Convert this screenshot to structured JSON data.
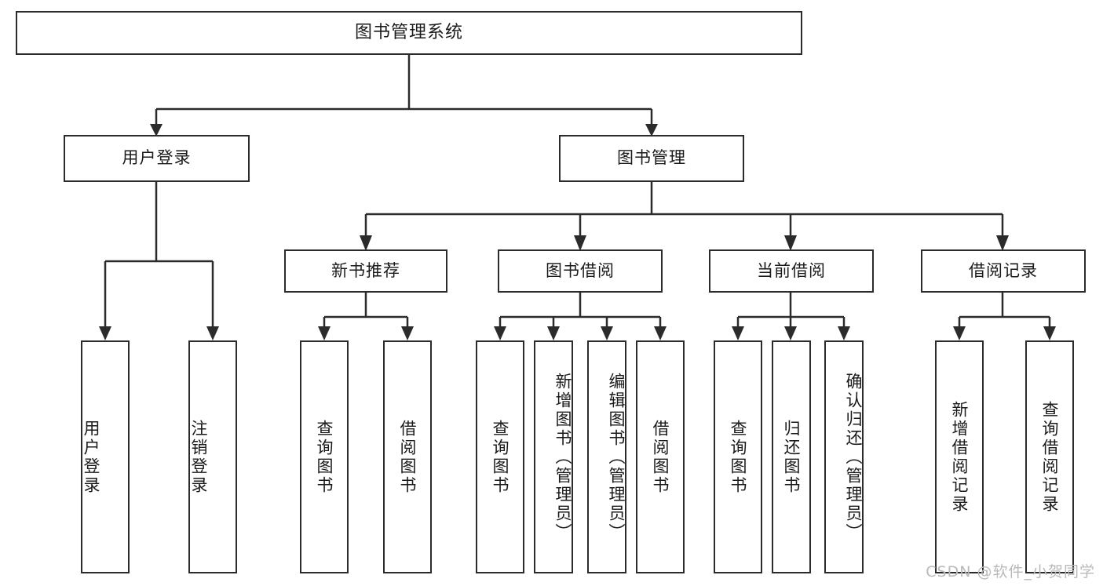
{
  "diagram": {
    "type": "tree",
    "title": "图书管理系统",
    "root": {
      "label": "图书管理系统"
    },
    "level2": [
      {
        "label": "用户登录"
      },
      {
        "label": "图书管理"
      }
    ],
    "level3": [
      {
        "label": "新书推荐"
      },
      {
        "label": "图书借阅"
      },
      {
        "label": "当前借阅"
      },
      {
        "label": "借阅记录"
      }
    ],
    "leaves": [
      {
        "label": "用户登录",
        "parent": "用户登录"
      },
      {
        "label": "注销登录",
        "parent": "用户登录"
      },
      {
        "label": "查询图书",
        "parent": "新书推荐"
      },
      {
        "label": "借阅图书",
        "parent": "新书推荐"
      },
      {
        "label": "查询图书",
        "parent": "图书借阅"
      },
      {
        "label": "新增图书（管理员）",
        "parent": "图书借阅"
      },
      {
        "label": "编辑图书（管理员）",
        "parent": "图书借阅"
      },
      {
        "label": "借阅图书",
        "parent": "图书借阅"
      },
      {
        "label": "查询图书",
        "parent": "当前借阅"
      },
      {
        "label": "归还图书",
        "parent": "当前借阅"
      },
      {
        "label": "确认归还（管理员）",
        "parent": "当前借阅"
      },
      {
        "label": "新增借阅记录",
        "parent": "借阅记录"
      },
      {
        "label": "查询借阅记录",
        "parent": "借阅记录"
      }
    ],
    "watermark": "CSDN @软件_小贺同学",
    "colors": {
      "stroke": "#2b2b2b",
      "fill": "#ffffff",
      "text": "#1a1a1a",
      "watermark": "#b9b9b9"
    }
  }
}
